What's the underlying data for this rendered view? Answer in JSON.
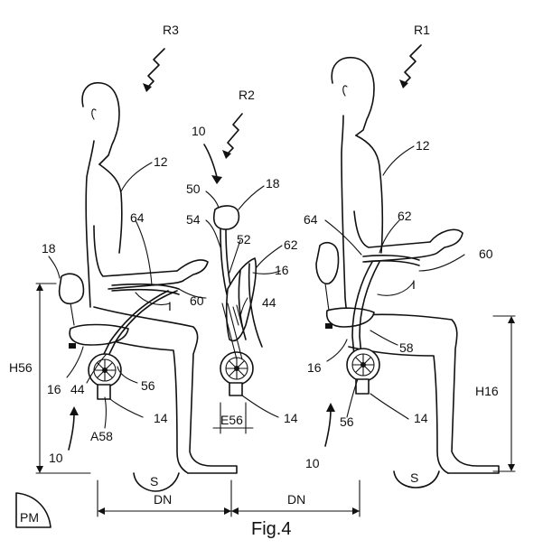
{
  "figure": {
    "caption": "Fig.4",
    "corner_label": "PM"
  },
  "labels": {
    "r3": "R3",
    "r2": "R2",
    "r1": "R1",
    "n10_top": "10",
    "n12_left": "12",
    "n12_right": "12",
    "n18_left": "18",
    "n18_mid": "18",
    "n50": "50",
    "n54": "54",
    "n52": "52",
    "n62_mid": "62",
    "n62_right": "62",
    "n64_left": "64",
    "n64_right": "64",
    "n16_mid": "16",
    "n16_left": "16",
    "n16_right": "16",
    "n60_mid": "60",
    "n60_right": "60",
    "n44_mid": "44",
    "n44_left": "44",
    "n56_left": "56",
    "n56_right": "56",
    "n58": "58",
    "a58": "A58",
    "n14_left": "14",
    "n14_mid": "14",
    "n14_right": "14",
    "n10_left": "10",
    "n10_right": "10",
    "h56": "H56",
    "h16": "H16",
    "e56": "E56",
    "dn_left": "DN",
    "dn_right": "DN",
    "s_left": "S",
    "s_right": "S",
    "i_left": "I",
    "i_right": "I"
  }
}
